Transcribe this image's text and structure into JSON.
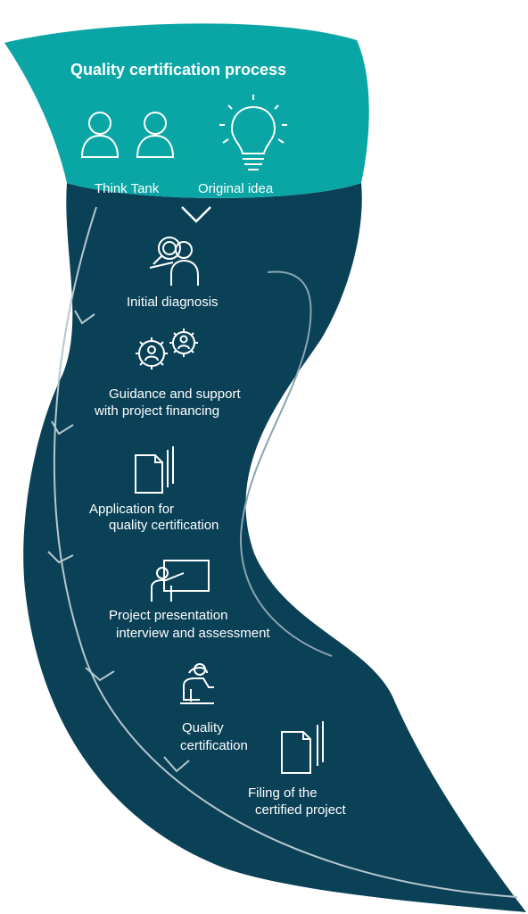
{
  "diagram": {
    "title": "Quality certification process",
    "colors": {
      "teal": "#0aa6a6",
      "navy": "#0a4157",
      "white": "#ffffff",
      "guide": "#b7c7cf"
    },
    "header": {
      "items": [
        {
          "label": "Think Tank",
          "icon": "people-icon"
        },
        {
          "label": "Original idea",
          "icon": "lightbulb-icon"
        }
      ]
    },
    "steps": [
      {
        "line1": "Initial diagnosis",
        "line2": "",
        "icon": "magnifier-person-icon"
      },
      {
        "line1": "Guidance and support",
        "line2": "with project financing",
        "icon": "gears-people-icon"
      },
      {
        "line1": "Application for",
        "line2": "quality certification",
        "icon": "documents-icon"
      },
      {
        "line1": "Project presentation",
        "line2": "interview and assessment",
        "icon": "presentation-icon"
      },
      {
        "line1": "Quality",
        "line2": "certification",
        "icon": "worker-icon"
      },
      {
        "line1": "Filing of the",
        "line2": "certified project",
        "icon": "documents-icon"
      }
    ]
  }
}
